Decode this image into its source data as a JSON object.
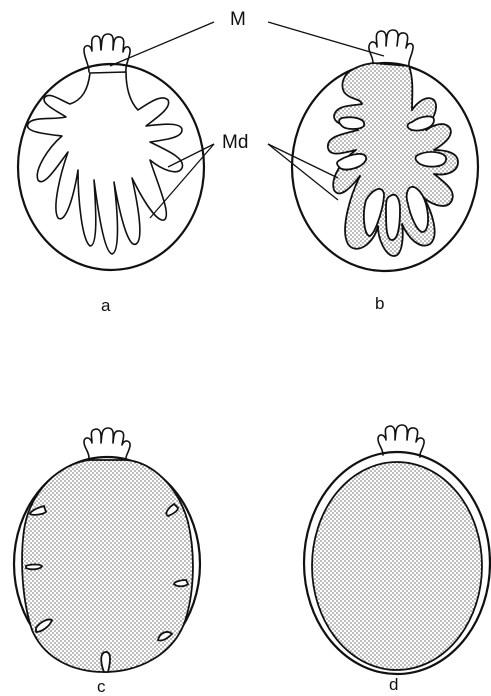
{
  "labels": {
    "m": "M",
    "md": "Md",
    "a": "a",
    "b": "b",
    "c": "c",
    "d": "d"
  }
}
